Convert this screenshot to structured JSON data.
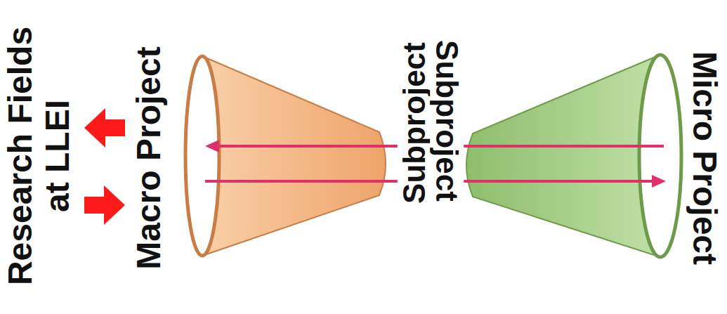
{
  "diagram": {
    "labels": [
      "Research Fields at LLEI",
      "Macro Project",
      "Subproject",
      "Subproject",
      "Micro Project"
    ]
  }
}
